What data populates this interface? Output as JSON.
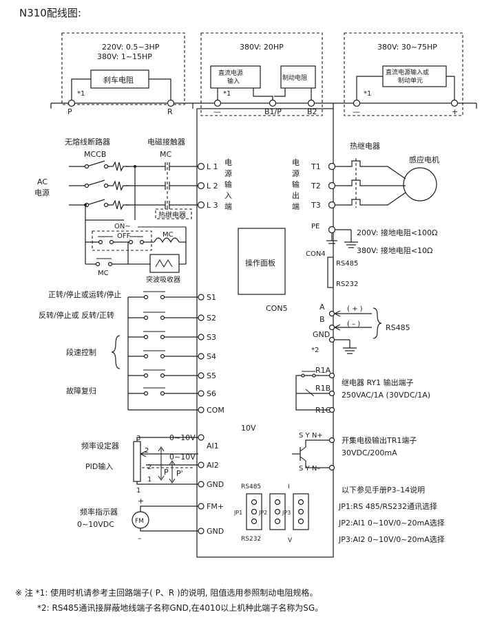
{
  "title": "N310配线图:",
  "top_boxes": {
    "box1": {
      "line1": "220V:  0.5~3HP",
      "line2": "380V:  1~15HP",
      "component": "刹车电阻",
      "note": "*1",
      "term_left": "P",
      "term_right": "R"
    },
    "box2": {
      "rating": "380V:  20HP",
      "comp_a_l1": "直流电源",
      "comp_a_l2": "输入",
      "comp_b": "制动电阻",
      "note": "*1",
      "term_left": "—",
      "term_mid": "B1/P",
      "term_right": "B2"
    },
    "box3": {
      "rating": "380V:  30~75HP",
      "comp_l1": "直流电源输入或",
      "comp_l2": "制动单元",
      "note": "*1",
      "term_left": "—",
      "term_right": "+"
    }
  },
  "power_input": {
    "breaker_label": "无熔线断路器",
    "breaker_abbr": "MCCB",
    "contactor_label": "电磁接触器",
    "contactor_abbr": "MC",
    "ac_label_1": "AC",
    "ac_label_2": "电源",
    "terminals": [
      "L 1",
      "L 2",
      "L 3"
    ],
    "side_text": "电源输入端",
    "thermal_relay": "热继电器",
    "on_label": "ON~",
    "off_label": "OFF",
    "mc_coil": "MC",
    "mc_contact": "MC",
    "surge_absorber": "突波吸收器"
  },
  "power_output": {
    "side_text": "电源输出端",
    "thermal_relay": "热继电器",
    "motor": "感应电机",
    "terminals": [
      "T1",
      "T2",
      "T3"
    ],
    "pe": "PE",
    "ground_200": "200V: 接地电阻<100Ω",
    "ground_380": "380V: 接地电阻<10Ω"
  },
  "center": {
    "panel": "操作面板",
    "con5": "CON5",
    "con4": "CON4",
    "ten_v": "10V"
  },
  "comm": {
    "rs485_top": "RS485",
    "rs232": "RS232",
    "a": "A",
    "b": "B",
    "gnd": "GND",
    "plus": "( + )",
    "minus": "( – )",
    "rs485_label": "RS485",
    "note2": "*2"
  },
  "inputs": {
    "s1_desc": "正转/停止或运转/停止",
    "s2_desc": "反转/停止或  反转/正转",
    "multi_speed": "段速控制",
    "fault_reset": "故障复归",
    "terminals": [
      "S1",
      "S2",
      "S3",
      "S4",
      "S5",
      "S6",
      "COM"
    ]
  },
  "analog": {
    "freq_setter": "频率设定器",
    "pid_input": "PID输入",
    "range1": "0~10V",
    "range2": "0~10V",
    "ai1": "AI1",
    "ai2": "AI2",
    "gnd": "GND",
    "pin3": "3",
    "pin2": "2",
    "pin1": "1",
    "pin2b": "2",
    "pin1b": "1",
    "p": "P",
    "p_prime": "P'",
    "freq_indicator": "频率指示器",
    "freq_indicator_range": "0~10VDC",
    "fm_meter": "FM",
    "fm_terminal": "FM+",
    "gnd2": "GND",
    "plus": "+",
    "minus": "–"
  },
  "jumpers": {
    "jp1": "JP1",
    "jp2": "JP2",
    "jp3": "JP3",
    "rs485": "RS485",
    "rs232": "RS232",
    "i": "I",
    "v": "V"
  },
  "relay": {
    "r1a": "R1A",
    "r1b": "R1B",
    "r1c": "R1C",
    "desc1": "继电器 RY1 输出端子",
    "desc2": "250VAC/1A (30VDC/1A)",
    "syn_plus": "S Y N+",
    "syn_minus": "S Y N–",
    "tr_desc1": "开集电极输出TR1端子",
    "tr_desc2": "30VDC/200mA"
  },
  "jumper_notes": {
    "ref": "以下参见手册P3–14说明",
    "jp1": "JP1:RS 485/RS232通讯选择",
    "jp2": "JP2:AI1 0~10V/0~20mA选择",
    "jp3": "JP3:AI2 0~10V/0~20mA选择"
  },
  "footnotes": {
    "note1": "※ 注 *1: 使用时机请参考主回路端子( P、R )的说明, 阻值选用参照制动电阻规格。",
    "note2": "*2: RS485通讯接屏蔽地线端子名称GND,在4010以上机种此端子名称为SG。"
  }
}
